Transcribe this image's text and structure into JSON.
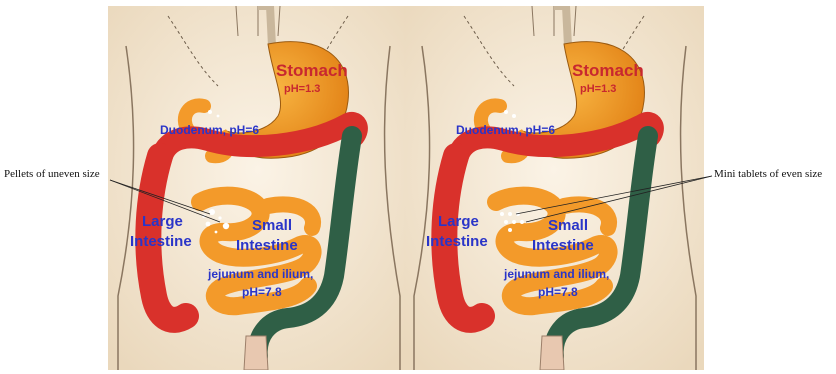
{
  "panels": [
    {
      "stomach": "Stomach",
      "stomach_ph": "pH=1.3",
      "duodenum": "Duodenum, pH=6",
      "large_intestine_line1": "Large",
      "large_intestine_line2": "Intestine",
      "small_intestine_line1": "Small",
      "small_intestine_line2": "Intestine",
      "jejunum": "jejunum and ilium,",
      "jejunum_ph": "pH=7.8"
    },
    {
      "stomach": "Stomach",
      "stomach_ph": "pH=1.3",
      "duodenum": "Duodenum, pH=6",
      "large_intestine_line1": "Large",
      "large_intestine_line2": "Intestine",
      "small_intestine_line1": "Small",
      "small_intestine_line2": "Intestine",
      "jejunum": "jejunum and ilium,",
      "jejunum_ph": "pH=7.8"
    }
  ],
  "callouts": {
    "left": "Pellets of uneven size",
    "right": "Mini tablets of even size"
  },
  "colors": {
    "skin": "#f6ebd9",
    "stomach": "#f19a1f",
    "colon": "#d9312b",
    "descending_colon": "#2f5f46",
    "small_intestine": "#f39a2a",
    "label_red": "#c8282f",
    "label_blue": "#2a35c8"
  }
}
